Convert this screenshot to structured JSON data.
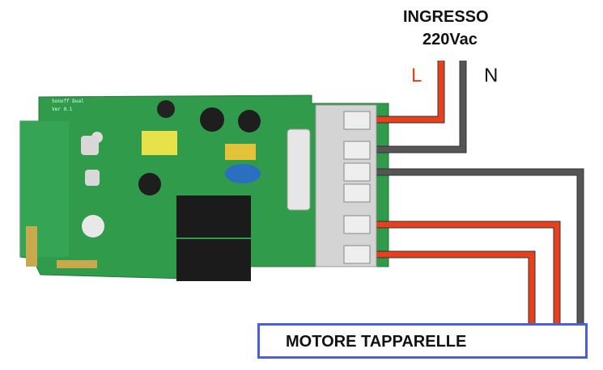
{
  "labels": {
    "input_title": "INGRESSO",
    "input_voltage": "220Vac",
    "line": "L",
    "neutral": "N",
    "motor": "MOTORE TAPPARELLE"
  },
  "board": {
    "silkscreen_name": "Sonoff Dual",
    "silkscreen_version": "Ver 0.1"
  },
  "colors": {
    "line_wire": "#e8401c",
    "neutral_wire": "#4a4a4a",
    "box_border": "#4a5fd8",
    "pcb": "#2e9a4a"
  }
}
